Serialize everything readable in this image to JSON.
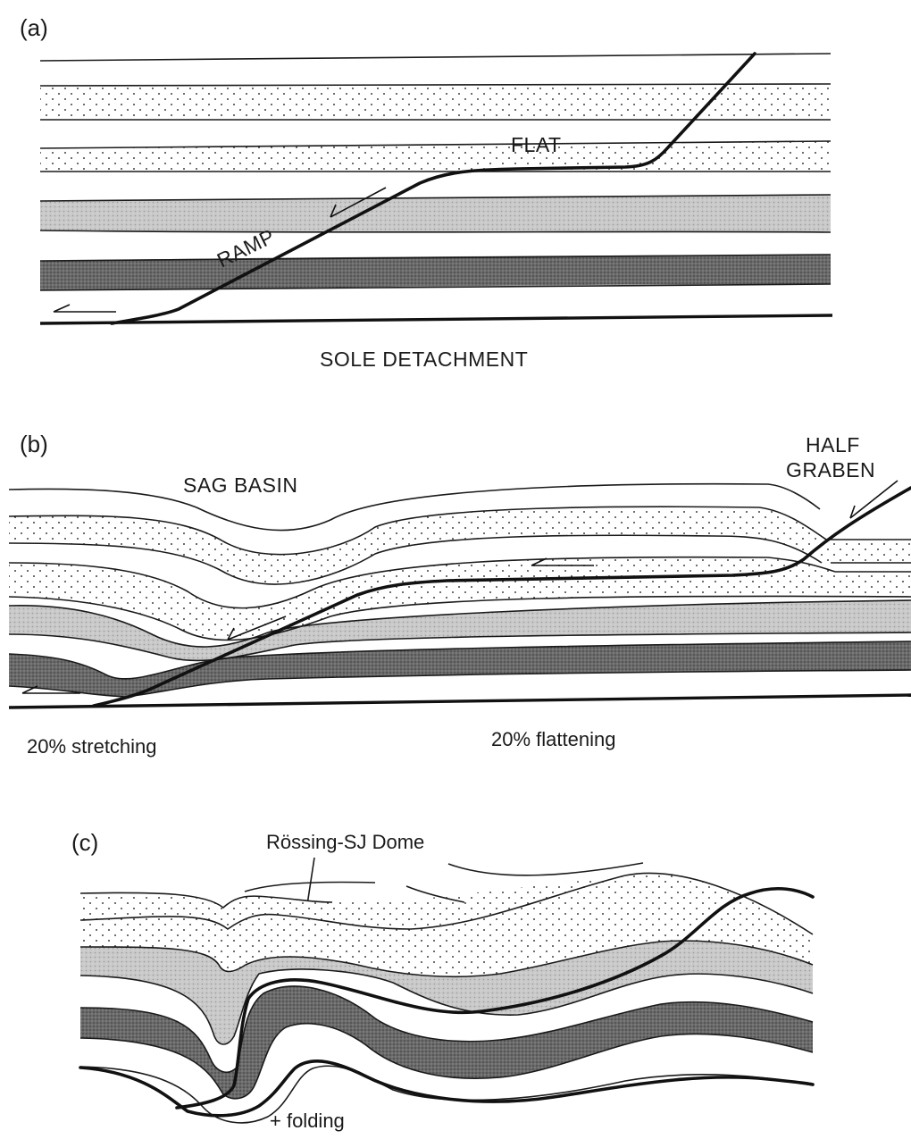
{
  "panel_a": {
    "label": "(a)",
    "flat_label": "FLAT",
    "ramp_label": "RAMP",
    "caption": "SOLE DETACHMENT"
  },
  "panel_b": {
    "label": "(b)",
    "sag_basin_label": "SAG BASIN",
    "half_label": "HALF",
    "graben_label": "GRABEN",
    "stretching_caption": "20% stretching",
    "flattening_caption": "20% flattening"
  },
  "panel_c": {
    "label": "(c)",
    "dome_label": "Rössing-SJ Dome",
    "folding_caption": "+ folding"
  },
  "colors": {
    "ink": "#111111",
    "light_gray_layer": "#c4c4c4",
    "dark_gray_layer": "#5e5e5e",
    "stipple_dot": "#333333"
  }
}
